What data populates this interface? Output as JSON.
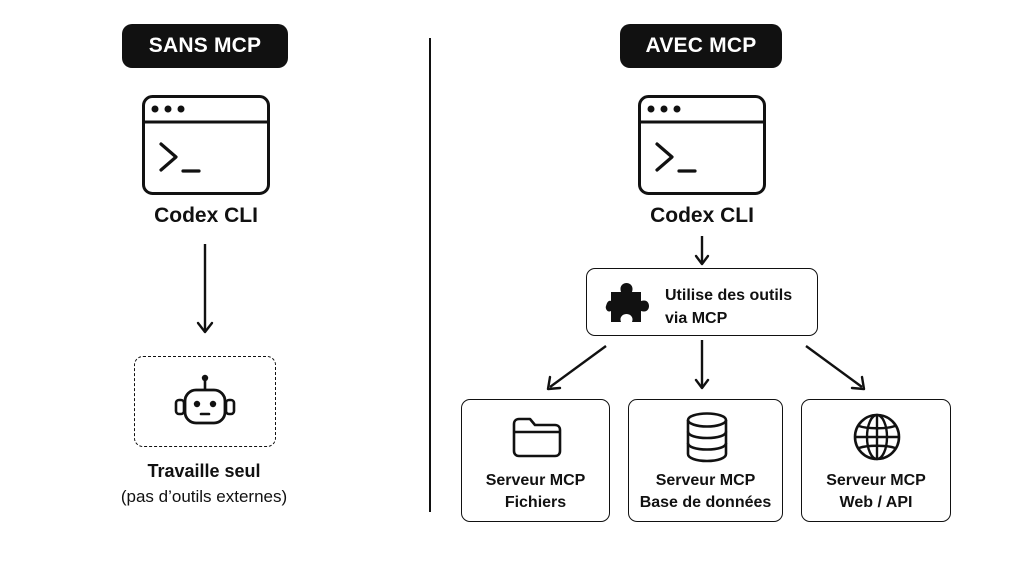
{
  "left": {
    "badge": "SANS MCP",
    "app_label": "Codex CLI",
    "agent_title": "Travaille seul",
    "agent_subtitle": "(pas d’outils externes)"
  },
  "right": {
    "badge": "AVEC MCP",
    "app_label": "Codex CLI",
    "mcp_box": {
      "line1": "Utilise des outils",
      "line2": "via MCP"
    },
    "servers": [
      {
        "line1": "Serveur MCP",
        "line2": "Fichiers",
        "icon": "folder-icon"
      },
      {
        "line1": "Serveur MCP",
        "line2": "Base de données",
        "icon": "database-icon"
      },
      {
        "line1": "Serveur MCP",
        "line2": "Web / API",
        "icon": "globe-icon"
      }
    ]
  },
  "colors": {
    "ink": "#111111",
    "background": "#ffffff"
  }
}
